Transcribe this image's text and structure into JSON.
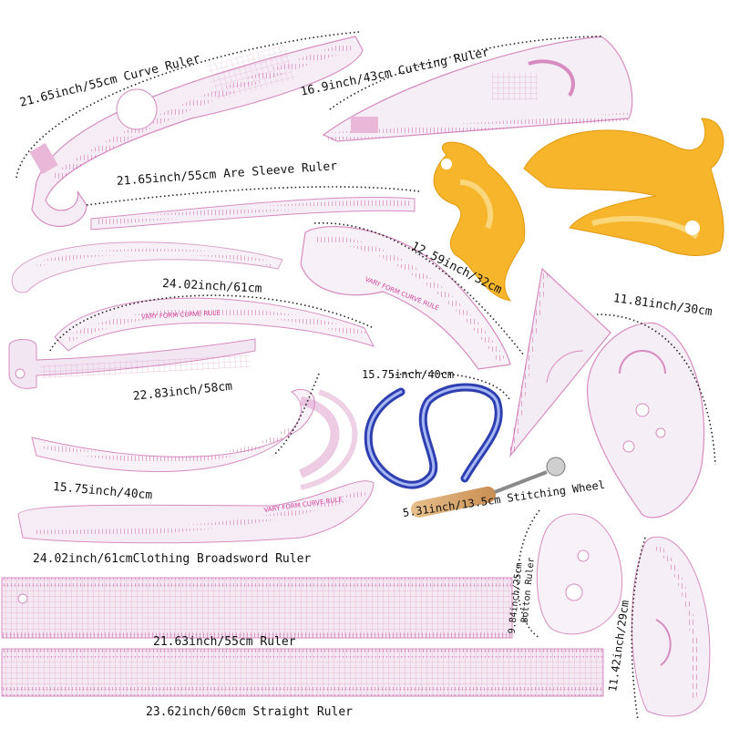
{
  "labels": {
    "curve_ruler": "21.65inch/55cm  Curve Ruler",
    "cutting_ruler": "16.9inch/43cm Cutting Ruler",
    "sleeve_ruler": "21.65inch/55cm Are Sleeve Ruler",
    "r_12_59": "12.59inch/32cm",
    "r_24_02": "24.02inch/61cm",
    "r_11_81": "11.81inch/30cm",
    "r_22_83": "22.83inch/58cm",
    "r_15_75_flex": "15.75inch/40cm",
    "r_15_75": "15.75inch/40cm",
    "stitching_wheel": "5.31inch/13.5cm Stitching Wheel",
    "broadsword": "24.02inch/61cmClothing Broadsword Ruler",
    "r_9_84": "9.84inch/25cm",
    "botton_ruler": "Botton Ruler",
    "r_11_42": "11.42inch/29cm",
    "r_21_63": "21.63inch/55cm Ruler",
    "straight_ruler": "23.62inch/60cm Straight Ruler"
  },
  "printed_text": {
    "vary_form_a": "VARY FORM CURVE RULE",
    "vary_form_b": "VARY FORM CURVE RULE",
    "vary_form_c": "VARY FORM CURVE RULE"
  },
  "colors": {
    "ruler_pink": "#d97fb8",
    "ruler_fill": "#f6eef6",
    "french_curve_yellow": "#f7b52c",
    "flex_blue": "#2e3fb0",
    "wood_handle": "#d9a66a"
  }
}
